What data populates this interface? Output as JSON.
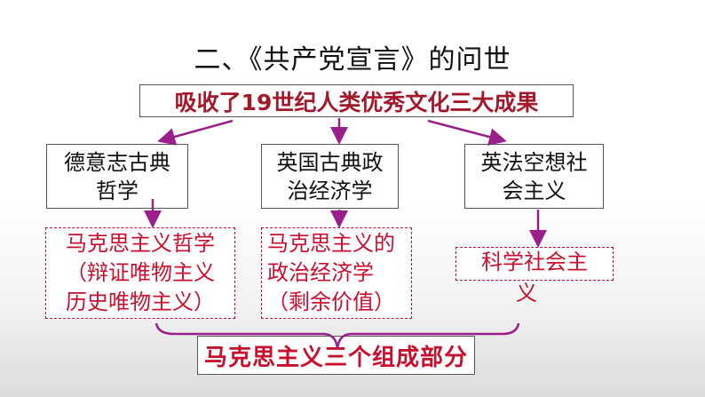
{
  "title": "二、《共产党宣言》的问世",
  "top_box": "吸收了19世纪人类优秀文化三大成果",
  "sources": [
    {
      "line1": "德意志古典",
      "line2": "哲学"
    },
    {
      "line1": "英国古典政",
      "line2": "治经济学"
    },
    {
      "line1": "英法空想社",
      "line2": "会主义"
    }
  ],
  "results": [
    {
      "line1": "马克思主义哲学",
      "line2": "（辩证唯物主义",
      "line3": "历史唯物主义）"
    },
    {
      "line1": "马克思主义的",
      "line2": "政治经济学",
      "line3": "（剩余价值）"
    },
    {
      "line1": "科学社会主",
      "line2": "义"
    }
  ],
  "bottom_box": "马克思主义三个组成部分",
  "colors": {
    "arrow": "#9b1f8a",
    "brace": "#9b1f8a",
    "result_text": "#c8102e",
    "top_text": "#a3182a",
    "result_border": "#c8102e"
  }
}
